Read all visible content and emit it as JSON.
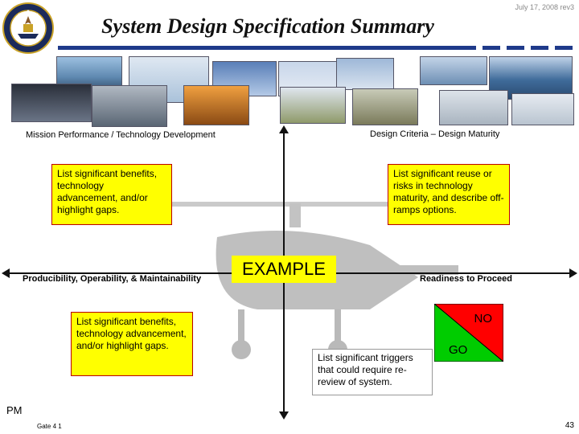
{
  "header": {
    "date_stamp": "July 17, 2008 rev3",
    "title": "System Design Specification Summary",
    "seal_icon": "navy-seal-icon"
  },
  "quadrants": {
    "top_left_label": "Mission Performance / Technology Development",
    "top_right_label": "Design Criteria – Design Maturity",
    "left_axis_label": "Producibility, Operability, & Maintainability",
    "right_axis_label": "Readiness to Proceed"
  },
  "notes": {
    "top_left": "List significant benefits, technology advancement, and/or highlight gaps.",
    "top_right": "List significant reuse or risks in technology maturity, and describe off-ramps options.",
    "bottom_left": "List significant benefits, technology advancement, and/or highlight gaps.",
    "bottom_right": "List significant triggers that could require re-review of system."
  },
  "example_label": "EXAMPLE",
  "status": {
    "no_label": "NO",
    "go_label": "GO",
    "no_color": "#ff0000",
    "go_color": "#00cc00"
  },
  "footer": {
    "pm_label": "PM",
    "gate_label": "Gate 4 1",
    "page_number": "43"
  }
}
